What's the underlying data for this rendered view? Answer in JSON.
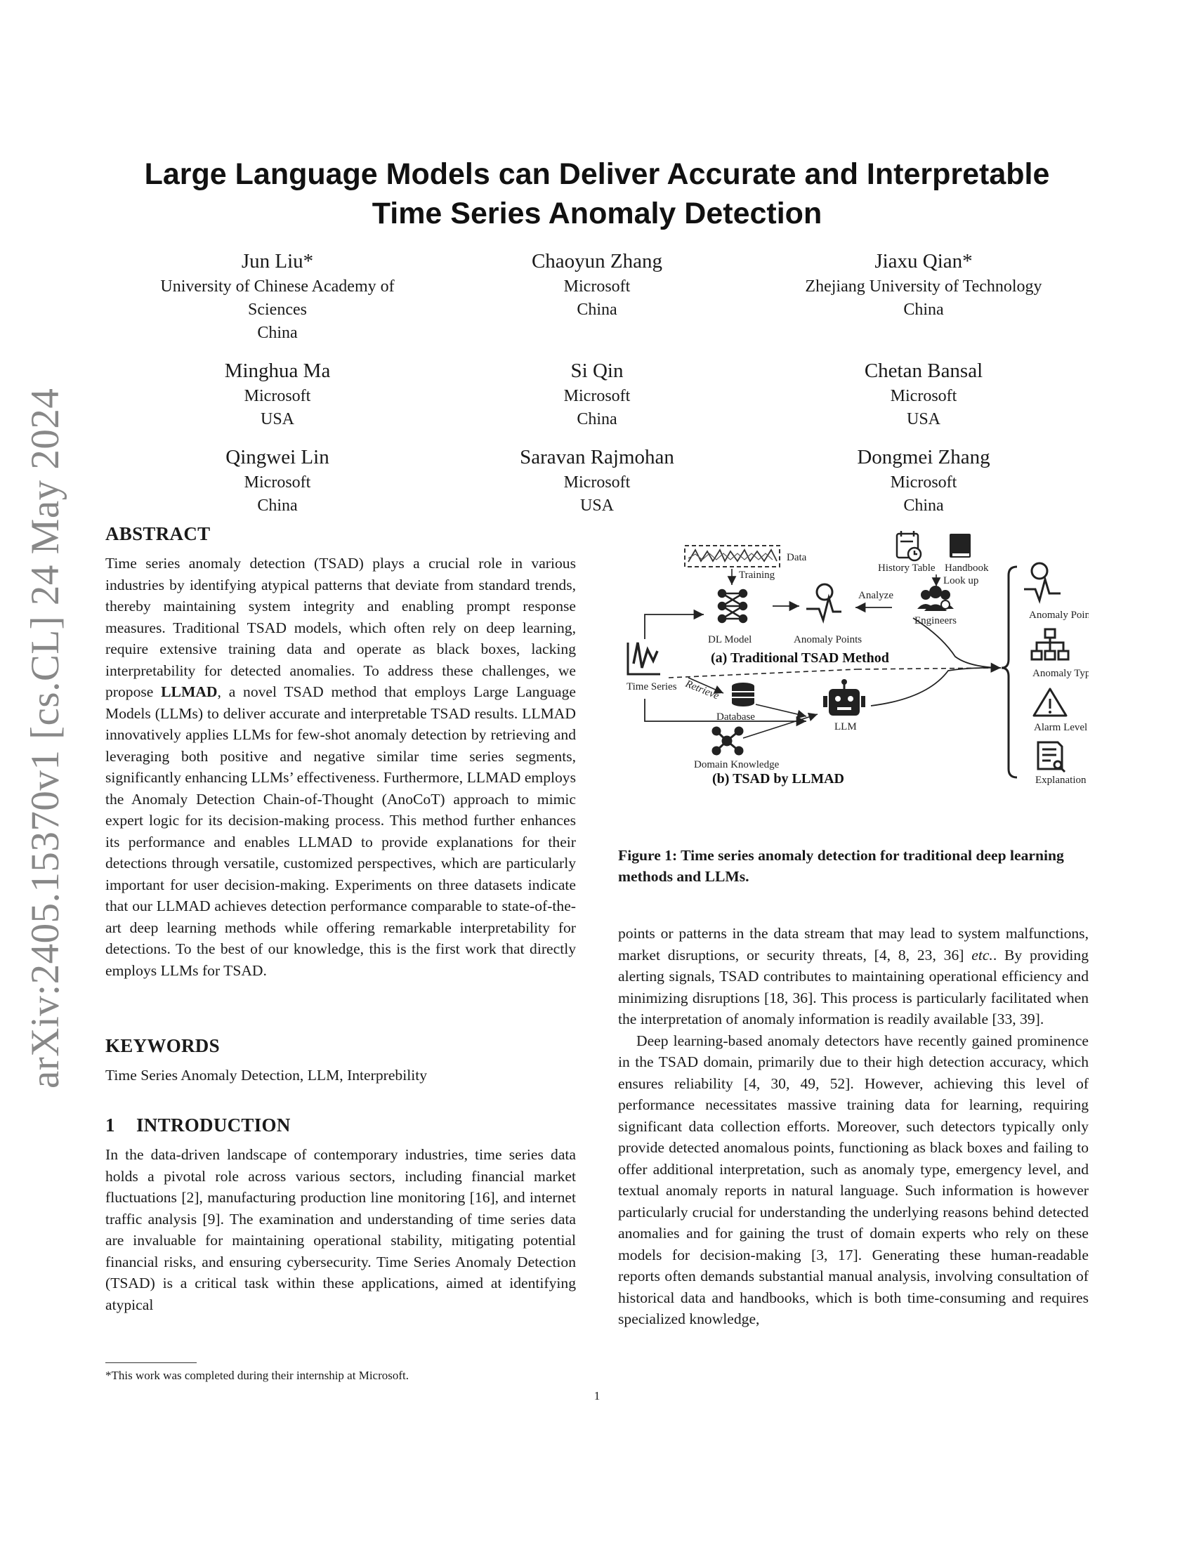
{
  "arxiv_id": "arXiv:2405.15370v1  [cs.CL]  24 May 2024",
  "title": "Large Language Models can Deliver Accurate and Interpretable Time Series Anomaly Detection",
  "authors": [
    {
      "name": "Jun Liu*",
      "lines": [
        "University of Chinese Academy of",
        "Sciences",
        "China"
      ]
    },
    {
      "name": "Chaoyun Zhang",
      "lines": [
        "Microsoft",
        "China"
      ]
    },
    {
      "name": "Jiaxu Qian*",
      "lines": [
        "Zhejiang University of Technology",
        "China"
      ]
    },
    {
      "name": "Minghua Ma",
      "lines": [
        "Microsoft",
        "USA"
      ]
    },
    {
      "name": "Si Qin",
      "lines": [
        "Microsoft",
        "China"
      ]
    },
    {
      "name": "Chetan Bansal",
      "lines": [
        "Microsoft",
        "USA"
      ]
    },
    {
      "name": "Qingwei Lin",
      "lines": [
        "Microsoft",
        "China"
      ]
    },
    {
      "name": "Saravan Rajmohan",
      "lines": [
        "Microsoft",
        "USA"
      ]
    },
    {
      "name": "Dongmei Zhang",
      "lines": [
        "Microsoft",
        "China"
      ]
    }
  ],
  "abstract": {
    "heading": "ABSTRACT",
    "text_before": "Time series anomaly detection (TSAD) plays a crucial role in various industries by identifying atypical patterns that deviate from standard trends, thereby maintaining system integrity and enabling prompt response measures. Traditional TSAD models, which often rely on deep learning, require extensive training data and operate as black boxes, lacking interpretability for detected anomalies. To address these challenges, we propose ",
    "bold": "LLMAD",
    "text_after": ", a novel TSAD method that employs Large Language Models (LLMs) to deliver accurate and interpretable TSAD results. LLMAD innovatively applies LLMs for few-shot anomaly detection by retrieving and leveraging both positive and negative similar time series segments, significantly enhancing LLMs’ effectiveness. Furthermore, LLMAD employs the Anomaly Detection Chain-of-Thought (AnoCoT) approach to mimic expert logic for its decision-making process. This method further enhances its performance and enables LLMAD to provide explanations for their detections through versatile, customized perspectives, which are particularly important for user decision-making. Experiments on three datasets indicate that our LLMAD achieves detection performance comparable to state-of-the-art deep learning methods while offering remarkable interpretability for detections. To the best of our knowledge, this is the first work that directly employs LLMs for TSAD."
  },
  "keywords": {
    "heading": "KEYWORDS",
    "text": "Time Series Anomaly Detection, LLM, Interprebility"
  },
  "introduction": {
    "number": "1",
    "heading": "INTRODUCTION",
    "left_text": "In the data-driven landscape of contemporary industries, time series data holds a pivotal role across various sectors, including financial market fluctuations [2], manufacturing production line monitoring [16], and internet traffic analysis [9]. The examination and understanding of time series data are invaluable for maintaining operational stability, mitigating potential financial risks, and ensuring cybersecurity. Time Series Anomaly Detection (TSAD) is a critical task within these applications, aimed at identifying atypical",
    "right_p1_before": "points or patterns in the data stream that may lead to system malfunctions, market disruptions, or security threats, [4, 8, 23, 36] ",
    "right_p1_italic": "etc.",
    "right_p1_after": ". By providing alerting signals, TSAD contributes to maintaining operational efficiency and minimizing disruptions [18, 36]. This process is particularly facilitated when the interpretation of anomaly information is readily available [33, 39].",
    "right_p2": "Deep learning-based anomaly detectors have recently gained prominence in the TSAD domain, primarily due to their high detection accuracy, which ensures reliability [4, 30, 49, 52]. However, achieving this level of performance necessitates massive training data for learning, requiring significant data collection efforts. Moreover, such detectors typically only provide detected anomalous points, functioning as black boxes and failing to offer additional interpretation, such as anomaly type, emergency level, and textual anomaly reports in natural language. Such information is however particularly crucial for understanding the underlying reasons behind detected anomalies and for gaining the trust of domain experts who rely on these models for decision-making [3, 17]. Generating these human-readable reports often demands substantial manual analysis, involving consultation of historical data and handbooks, which is both time-consuming and requires specialized knowledge,"
  },
  "figure": {
    "caption": "Figure 1: Time series anomaly detection for traditional deep learning methods and LLMs.",
    "labels": {
      "data": "Data",
      "training": "Training",
      "dl_model": "DL Model",
      "anomaly_points_mid": "Anomaly Points",
      "analyze": "Analyze",
      "history_table": "History Table",
      "handbook": "Handbook",
      "look_up": "Look up",
      "engineers": "Engineers",
      "traditional": "(a) Traditional TSAD Method",
      "time_series": "Time Series",
      "retrieve": "Retrieve",
      "database": "Database",
      "llm": "LLM",
      "domain_knowledge": "Domain Knowledge",
      "tsad_llmad": "(b) TSAD by LLMAD",
      "out_anomaly_points": "Anomaly Points",
      "out_anomaly_type": "Anomaly Type",
      "out_alarm_level": "Alarm Level",
      "out_explanation": "Explanation"
    }
  },
  "footnote": "*This work was completed during their internship at Microsoft.",
  "page_number": "1"
}
